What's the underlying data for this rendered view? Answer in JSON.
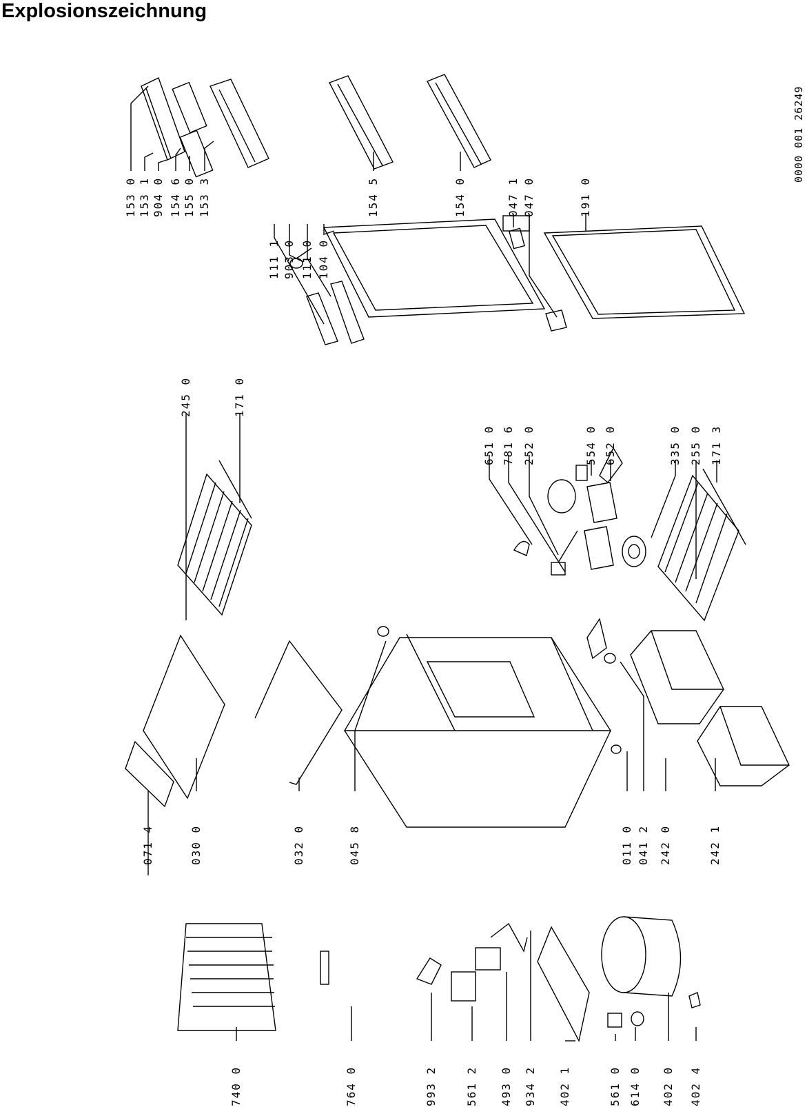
{
  "title": "Explosionszeichnung",
  "document_number": "0000 001 26249",
  "parts": [
    "153 0",
    "153 1",
    "904 0",
    "154 6",
    "155 0",
    "153 3",
    "111 1",
    "903 0",
    "111 0",
    "104 0",
    "154 5",
    "154 0",
    "047 1",
    "047 0",
    "191 0",
    "245 0",
    "171 0",
    "651 0",
    "781 6",
    "252 0",
    "554 0",
    "652 0",
    "335 0",
    "255 0",
    "171 3",
    "071 4",
    "030 0",
    "032 0",
    "045 8",
    "011 0",
    "041 2",
    "242 0",
    "242 1",
    "740 0",
    "764 0",
    "993 2",
    "561 2",
    "493 0",
    "934 2",
    "402 1",
    "561 0",
    "614 0",
    "402 0",
    "402 4"
  ]
}
